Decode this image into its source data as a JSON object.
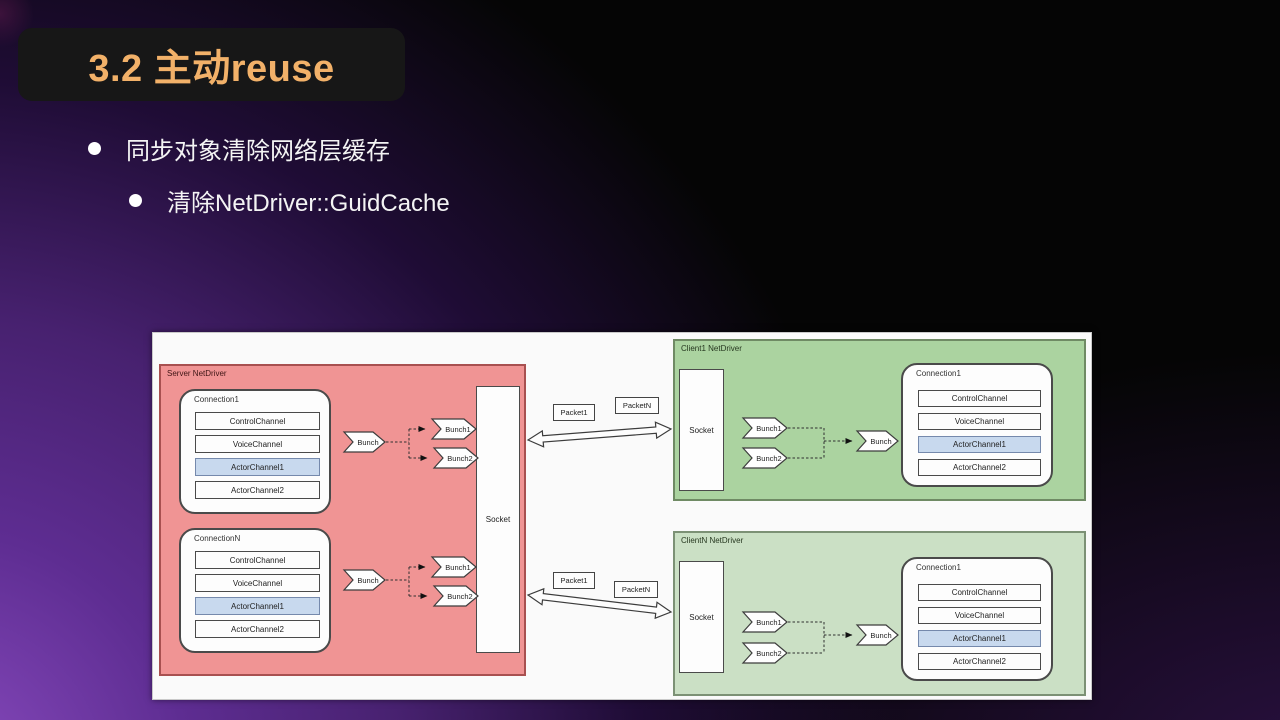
{
  "slide": {
    "title": "3.2 主动reuse",
    "bullets": [
      {
        "text": "同步对象清除网络层缓存"
      },
      {
        "text": "清除NetDriver::GuidCache"
      }
    ]
  },
  "diagram": {
    "server": {
      "label": "Server NetDriver",
      "socket": "Socket",
      "highlighted_channel": "ActorChannel1",
      "rows": [
        {
          "connection": "Connection1",
          "channels": [
            "ControlChannel",
            "VoiceChannel",
            "ActorChannel1",
            "ActorChannel2"
          ],
          "bunch": "Bunch",
          "bunch1": "Bunch1",
          "bunch2": "Bunch2"
        },
        {
          "connection": "ConnectionN",
          "channels": [
            "ControlChannel",
            "VoiceChannel",
            "ActorChannel1",
            "ActorChannel2"
          ],
          "bunch": "Bunch",
          "bunch1": "Bunch1",
          "bunch2": "Bunch2"
        }
      ]
    },
    "link": {
      "packet1": "Packet1",
      "packetN": "PacketN"
    },
    "clients": [
      {
        "label": "Client1 NetDriver",
        "socket": "Socket",
        "bunch": "Bunch",
        "bunch1": "Bunch1",
        "bunch2": "Bunch2",
        "connection": "Connection1",
        "channels": [
          "ControlChannel",
          "VoiceChannel",
          "ActorChannel1",
          "ActorChannel2"
        ]
      },
      {
        "label": "ClientN NetDriver",
        "socket": "Socket",
        "bunch": "Bunch",
        "bunch1": "Bunch1",
        "bunch2": "Bunch2",
        "connection": "Connection1",
        "channels": [
          "ControlChannel",
          "VoiceChannel",
          "ActorChannel1",
          "ActorChannel2"
        ]
      }
    ],
    "colors": {
      "title_accent": "#F2B169",
      "server_fill": "#F09494",
      "client1_fill": "#ABD3A0",
      "clientN_fill": "#CBE0C5",
      "highlight_fill": "#C8D9EE"
    }
  }
}
